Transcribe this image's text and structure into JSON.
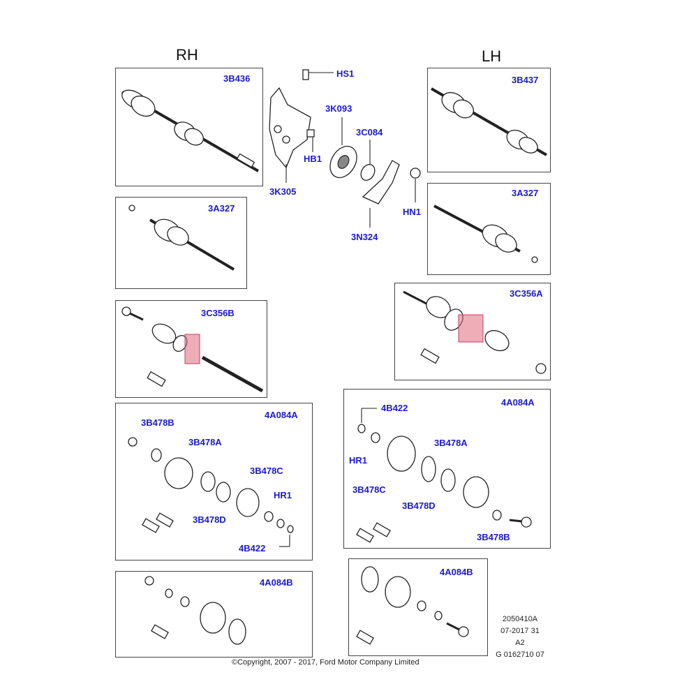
{
  "headers": {
    "right_hand": "RH",
    "left_hand": "LH"
  },
  "labels": {
    "rh_shaft": "3B436",
    "lh_shaft": "3B437",
    "rh_inner": "3A327",
    "lh_inner": "3A327",
    "rh_joint": "3C356B",
    "lh_joint": "3C356A",
    "rh_kit": "4A084A",
    "lh_kit": "4A084A",
    "rh_kit_b": "4A084B",
    "lh_kit_b": "4A084B",
    "hs1": "HS1",
    "k093": "3K093",
    "c084": "3C084",
    "hb1": "HB1",
    "k305": "3K305",
    "hn1": "HN1",
    "n324": "3N324",
    "rh_b478b": "3B478B",
    "rh_b478a": "3B478A",
    "rh_b478c": "3B478C",
    "rh_hr1": "HR1",
    "rh_b478d": "3B478D",
    "rh_b422": "4B422",
    "lh_b422": "4B422",
    "lh_hr1": "HR1",
    "lh_b478a": "3B478A",
    "lh_b478c": "3B478C",
    "lh_b478d": "3B478D",
    "lh_b478b": "3B478B"
  },
  "reference": {
    "line1": "2050410A",
    "line2": "07-2017 31",
    "line3": "A2",
    "line4": "G 0162710 07"
  },
  "copyright": "©Copyright, 2007 - 2017, Ford Motor Company Limited",
  "colors": {
    "label": "#1a1acc",
    "highlight": "#e06a7c",
    "border": "#444444"
  }
}
